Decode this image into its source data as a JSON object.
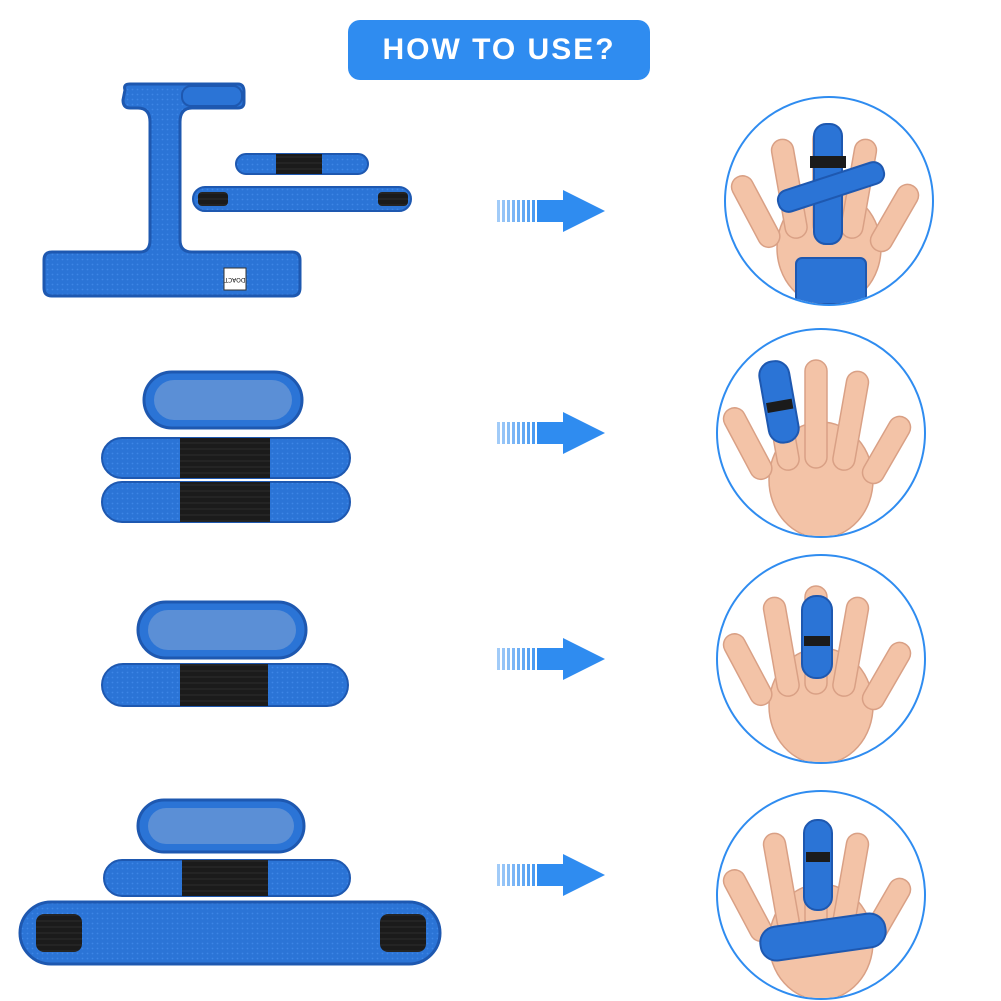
{
  "header": {
    "title": "HOW TO USE?"
  },
  "brand": {
    "label": "DOACT"
  },
  "colors": {
    "accent": "#2f8cf0",
    "strap_blue": "#2b74d6",
    "strap_dark": "#1e58b0",
    "velcro": "#1a1a1a",
    "skin": "#f3c3a7"
  },
  "steps": [
    {
      "parts_icon": "splint-frame-with-straps",
      "result_icon": "hand-with-full-splint-icon"
    },
    {
      "parts_icon": "finger-pad-and-two-straps",
      "result_icon": "hand-with-finger-wrap-icon"
    },
    {
      "parts_icon": "finger-pad-and-one-strap",
      "result_icon": "hand-with-finger-wrap-icon"
    },
    {
      "parts_icon": "finger-pad-strap-and-hand-band",
      "result_icon": "hand-with-palm-band-icon"
    }
  ]
}
